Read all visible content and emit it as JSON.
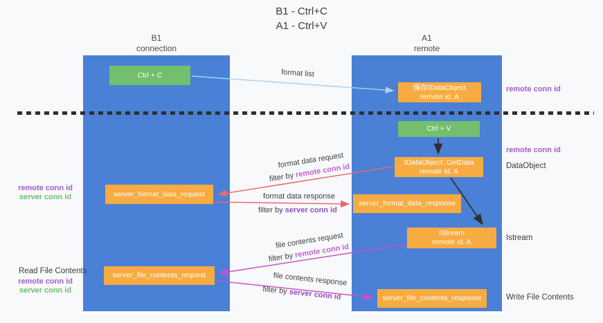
{
  "title": {
    "line1": "B1 - Ctrl+C",
    "line2": "A1 - Ctrl+V"
  },
  "lanes": {
    "left": {
      "name": "B1",
      "role": "connection"
    },
    "right": {
      "name": "A1",
      "role": "remote"
    }
  },
  "boxes": {
    "ctrl_c": {
      "label": "Ctrl + C"
    },
    "save_idataobject": {
      "line1": "保存IDataObject",
      "line2": "remote id: A"
    },
    "ctrl_v": {
      "label": "Ctrl + V"
    },
    "getdata": {
      "line1": "IDataObject::GetData",
      "line2": "remote id: A"
    },
    "istream": {
      "line1": "IStream",
      "line2": "remote id: A"
    },
    "format_request": {
      "label": "server_format_data_request"
    },
    "format_response": {
      "label": "server_format_data_response"
    },
    "file_request": {
      "label": "server_file_contents_request"
    },
    "file_response": {
      "label": "server_file_contents_response"
    }
  },
  "arrow_labels": {
    "format_list": "format list",
    "format_data_request": "format data request",
    "format_data_response": "format data response",
    "file_contents_request": "file contents request",
    "file_contents_response": "file contents response",
    "filter_by": "filter by ",
    "remote_conn_id": "remote conn id",
    "server_conn_id": "server conn id"
  },
  "side_labels": {
    "remote_conn_id": "remote conn id",
    "server_conn_id": "server conn id",
    "dataobject": "DataObject",
    "istream": "Istream",
    "read_file_contents": "Read File Contents",
    "write_file_contents": "Write File Contents"
  },
  "colors": {
    "lane-blue": "#4a80d6",
    "box-orange": "#f7ab41",
    "box-green": "#73bf6d",
    "arrow-red": "#e96a6e",
    "arrow-magenta": "#cb50cb",
    "arrow-blue": "#a9d3f2",
    "arrow-black": "#2f2f2f",
    "label-purple": "#a55cc9",
    "label-pink": "#c55fd2",
    "label-violet": "#8e50c8",
    "label-green": "#6cbf70",
    "text-dark": "#3b3b3b",
    "bg": "#f8f9fa"
  }
}
